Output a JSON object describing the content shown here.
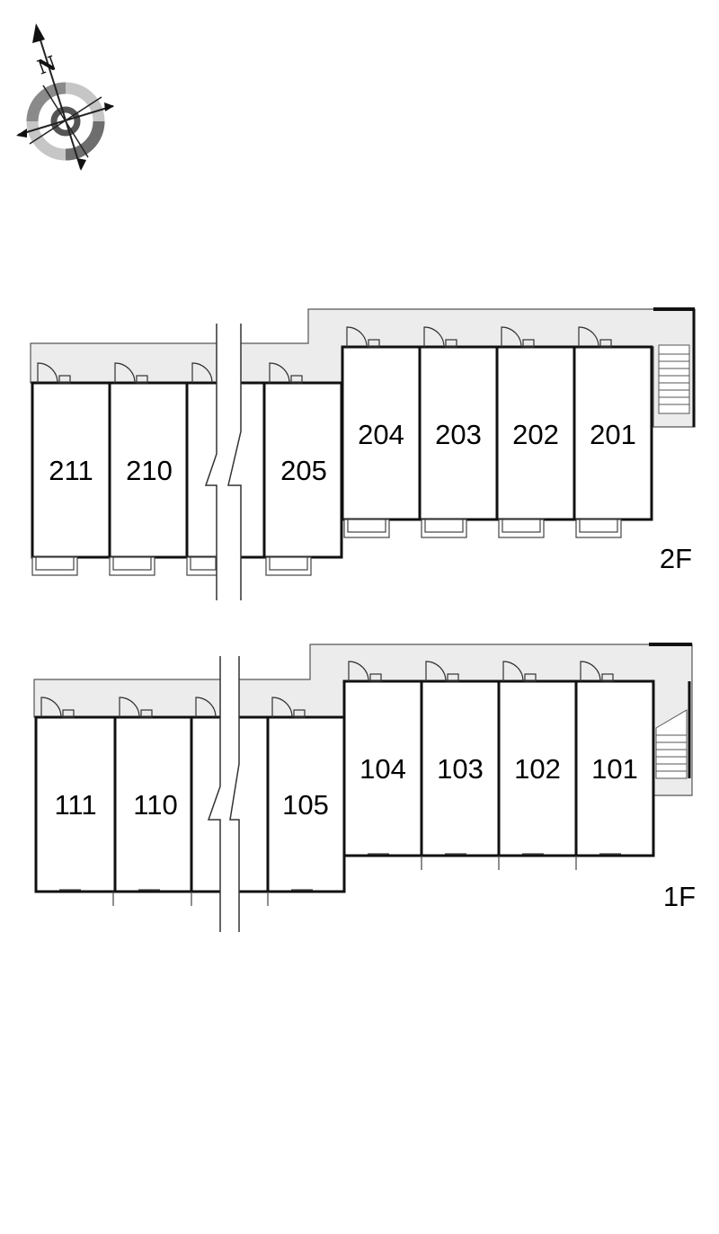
{
  "compass": {
    "label": "N",
    "icon": "compass-rose-icon"
  },
  "floors": [
    {
      "id": "2F",
      "label": "2F",
      "units": [
        "211",
        "210",
        "205",
        "204",
        "203",
        "202",
        "201"
      ]
    },
    {
      "id": "1F",
      "label": "1F",
      "units": [
        "111",
        "110",
        "105",
        "104",
        "103",
        "102",
        "101"
      ]
    }
  ],
  "colors": {
    "wall": "#111111",
    "corridor": "#ececec",
    "compass_ring_dark": "#6e6e6e",
    "compass_ring_light": "#c6c6c6"
  }
}
